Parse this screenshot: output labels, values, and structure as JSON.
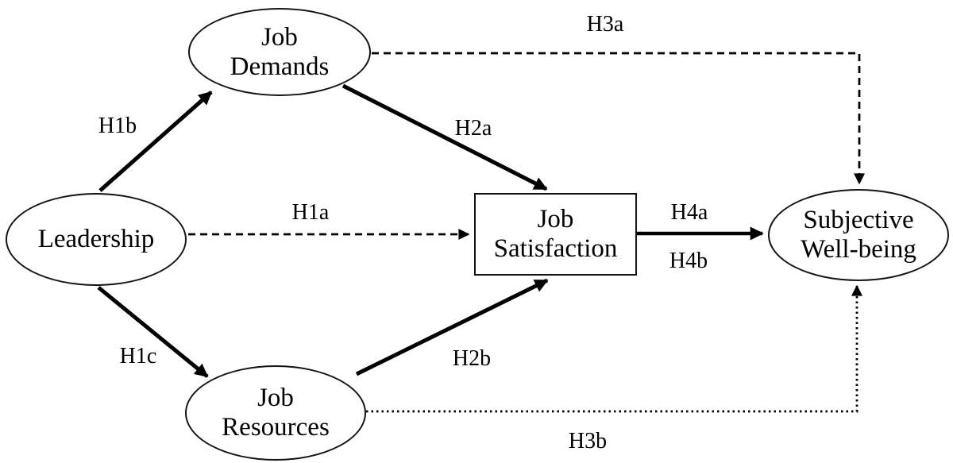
{
  "diagram": {
    "background": "#ffffff",
    "line_color": "#000000",
    "text_color": "#000000"
  },
  "nodes": {
    "leadership": {
      "label": "Leadership",
      "shape": "ellipse"
    },
    "job_demands": {
      "line1": "Job",
      "line2": "Demands",
      "shape": "ellipse"
    },
    "job_resources": {
      "line1": "Job",
      "line2": "Resources",
      "shape": "ellipse"
    },
    "job_satisfaction": {
      "line1": "Job",
      "line2": "Satisfaction",
      "shape": "rectangle"
    },
    "subjective_well_being": {
      "line1": "Subjective",
      "line2": "Well-being",
      "shape": "ellipse"
    }
  },
  "paths": {
    "h1a": {
      "label": "H1a",
      "from": "leadership",
      "to": "job_satisfaction",
      "style": "dashed"
    },
    "h1b": {
      "label": "H1b",
      "from": "leadership",
      "to": "job_demands",
      "style": "solid"
    },
    "h1c": {
      "label": "H1c",
      "from": "leadership",
      "to": "job_resources",
      "style": "solid"
    },
    "h2a": {
      "label": "H2a",
      "from": "job_demands",
      "to": "job_satisfaction",
      "style": "solid"
    },
    "h2b": {
      "label": "H2b",
      "from": "job_resources",
      "to": "job_satisfaction",
      "style": "solid"
    },
    "h3a": {
      "label": "H3a",
      "from": "job_demands",
      "to": "subjective_well_being",
      "style": "dashed"
    },
    "h3b": {
      "label": "H3b",
      "from": "job_resources",
      "to": "subjective_well_being",
      "style": "dotted"
    },
    "h4a": {
      "label": "H4a",
      "from": "job_satisfaction",
      "to": "subjective_well_being",
      "style": "solid"
    },
    "h4b": {
      "label": "H4b",
      "from": "job_satisfaction",
      "to": "subjective_well_being",
      "style": "solid"
    }
  }
}
